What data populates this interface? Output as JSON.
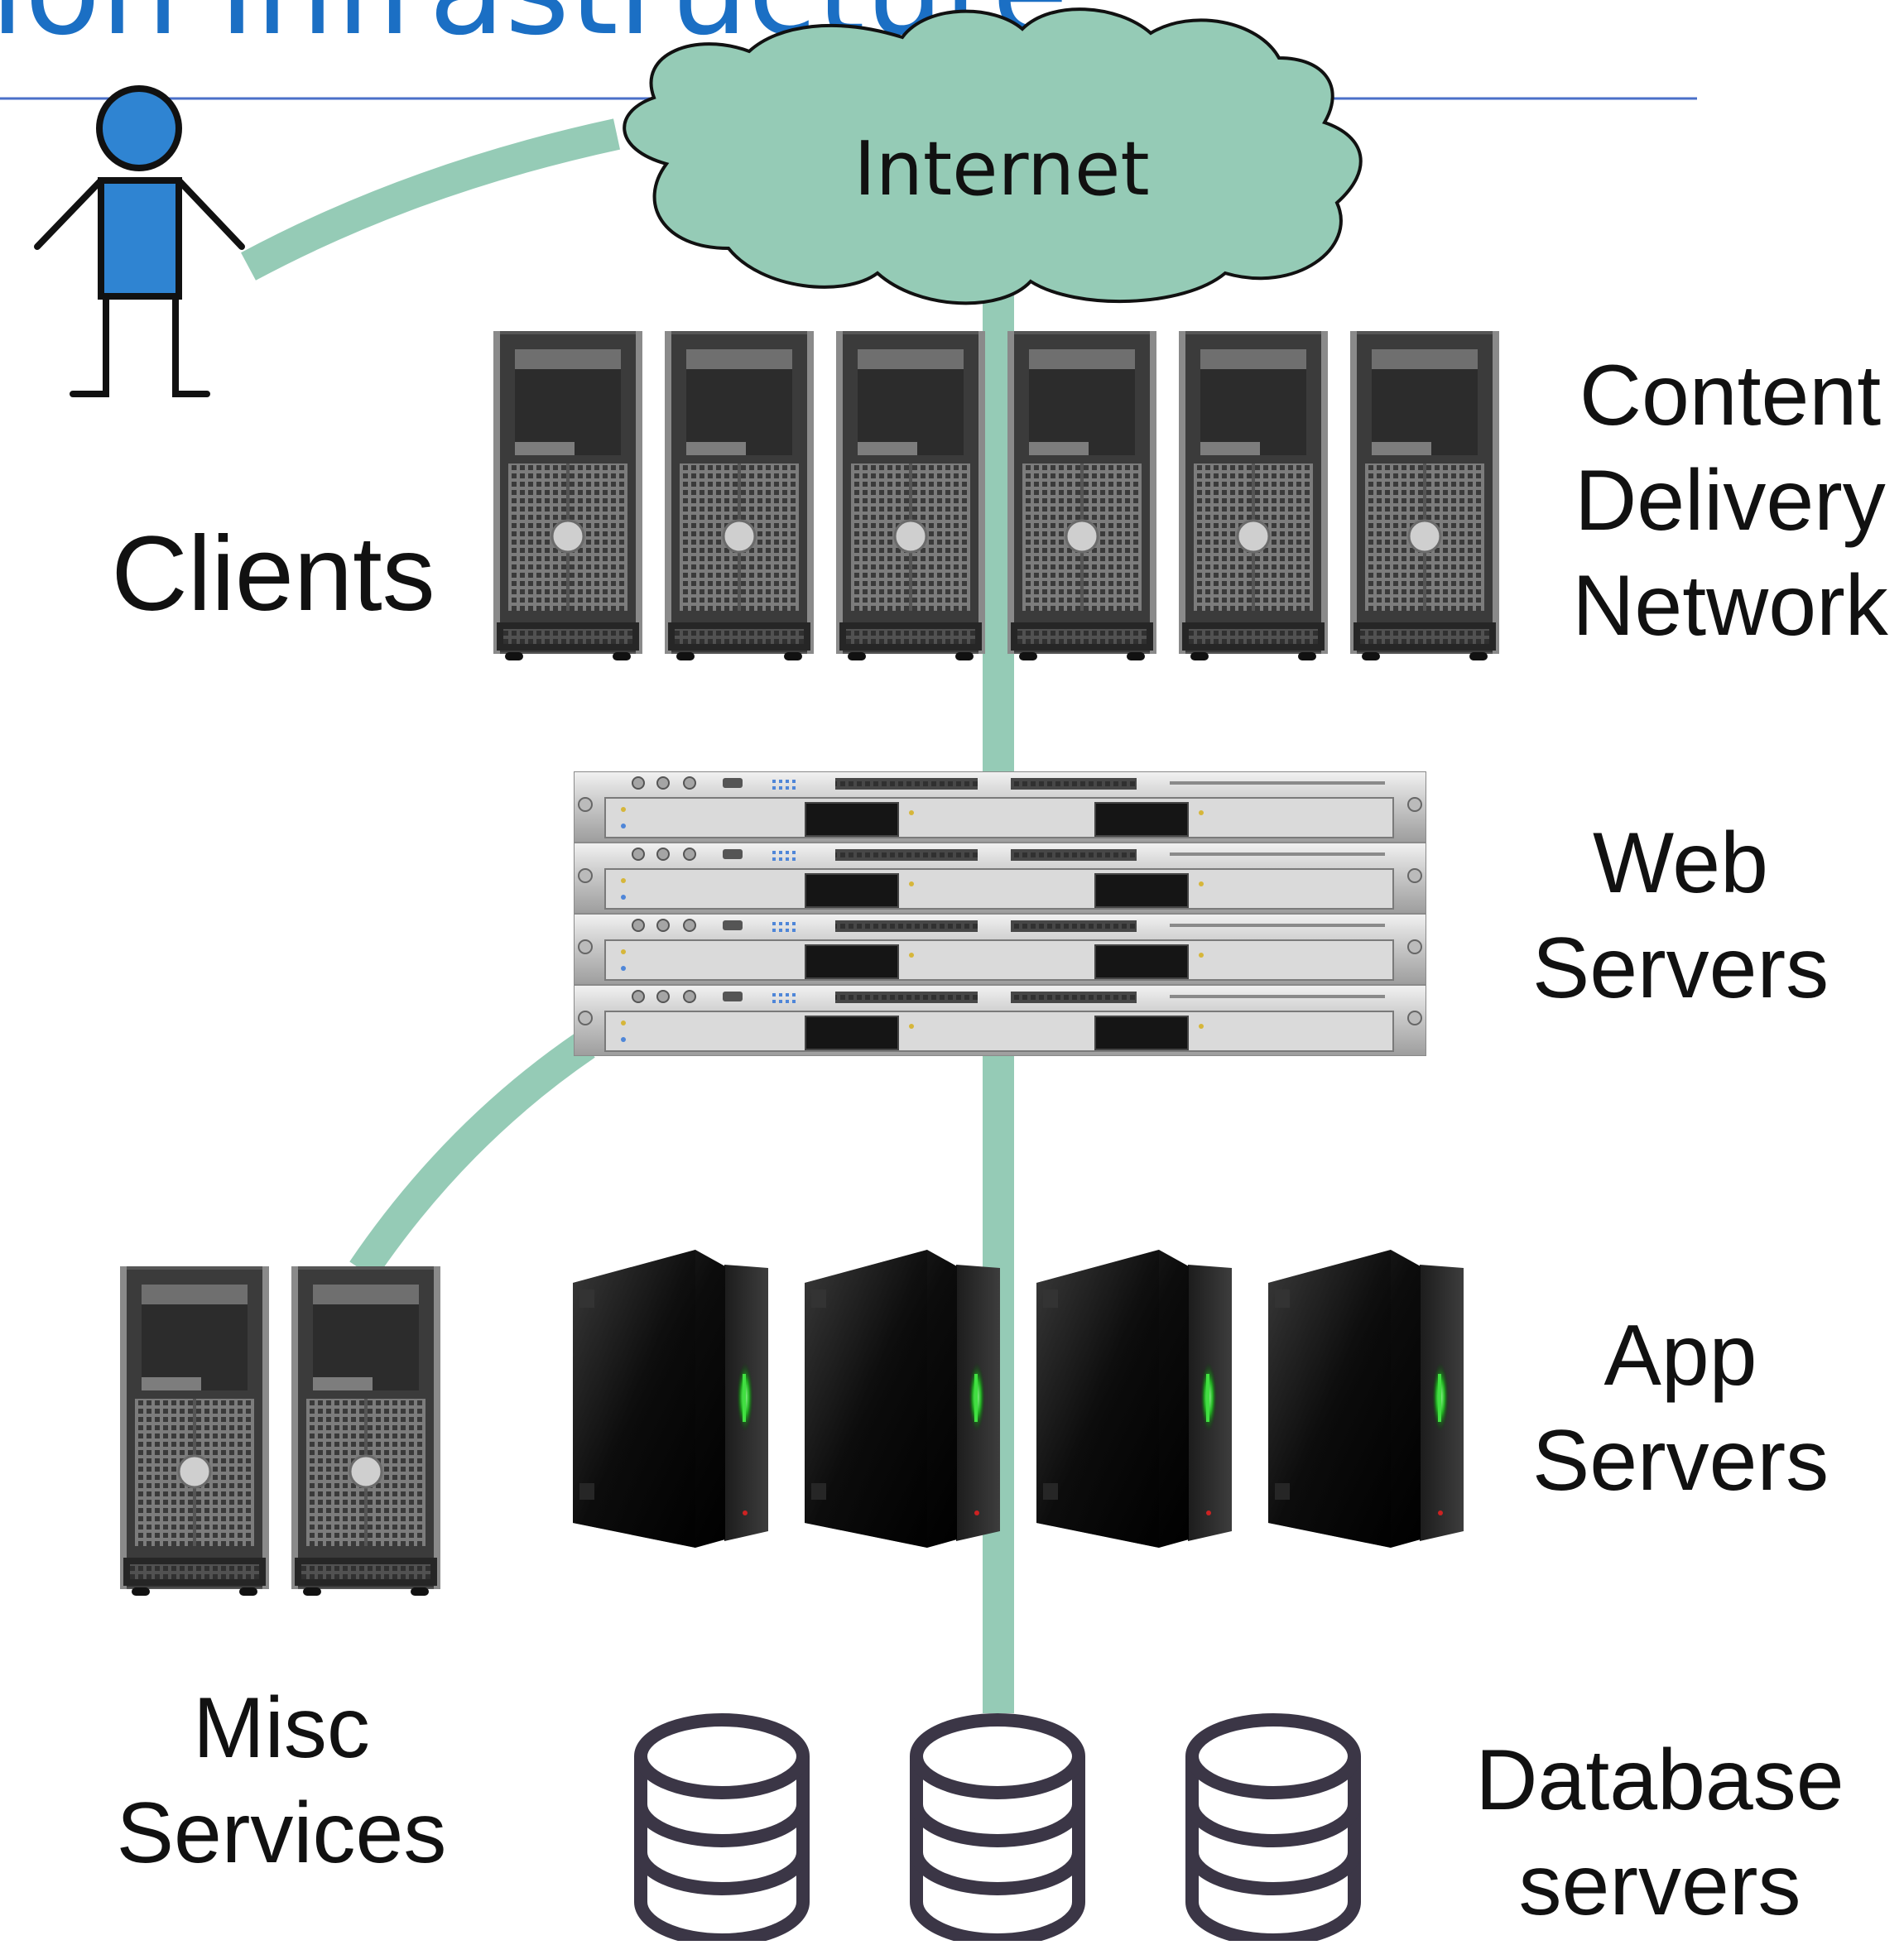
{
  "title_fragment": "ion Infrastructure",
  "colors": {
    "link": "#95cbb6",
    "cloud_fill": "#95cbb6",
    "title_blue": "#1b6fc4",
    "title_rule": "#4a6fc8",
    "client_blue": "#2f84d2",
    "db_outline": "#3b3646"
  },
  "nodes": {
    "internet": {
      "label": "Internet",
      "icon": "cloud-icon"
    },
    "clients": {
      "label": "Clients",
      "icon": "person-icon"
    },
    "cdn": {
      "lines": [
        "Content",
        "Delivery",
        "Network"
      ],
      "icon": "tower-server-icon",
      "count": 6
    },
    "web": {
      "lines": [
        "Web",
        "Servers"
      ],
      "icon": "rack-server-icon",
      "count": 4
    },
    "app": {
      "lines": [
        "App",
        "Servers"
      ],
      "icon": "black-server-icon",
      "count": 4
    },
    "misc": {
      "lines": [
        "Misc",
        "Services"
      ],
      "icon": "tower-server-icon",
      "count": 2
    },
    "db": {
      "lines": [
        "Database",
        "servers"
      ],
      "icon": "database-icon",
      "count": 3
    }
  }
}
